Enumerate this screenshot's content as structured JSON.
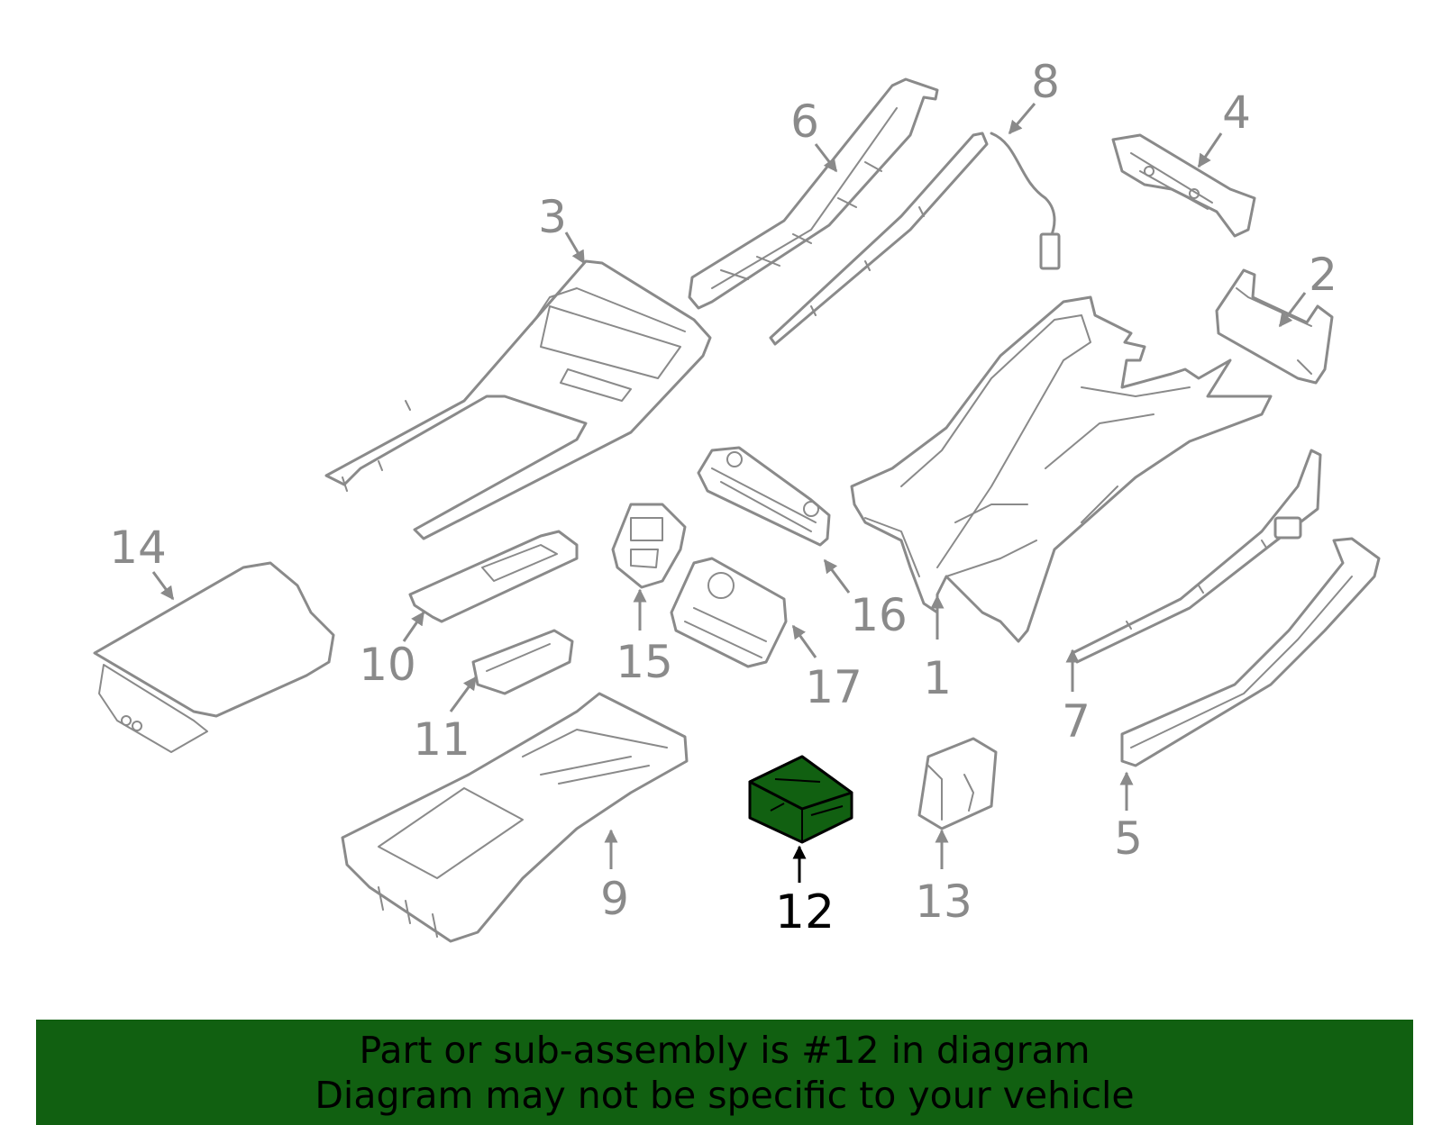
{
  "callouts": {
    "c1": "1",
    "c2": "2",
    "c3": "3",
    "c4": "4",
    "c5": "5",
    "c6": "6",
    "c7": "7",
    "c8": "8",
    "c9": "9",
    "c10": "10",
    "c11": "11",
    "c12": "12",
    "c13": "13",
    "c14": "14",
    "c15": "15",
    "c16": "16",
    "c17": "17"
  },
  "banner": {
    "line1": "Part or sub-assembly is #12 in diagram",
    "line2": "Diagram may not be specific to your vehicle"
  },
  "colors": {
    "highlight": "#116011",
    "banner_bg": "#116011",
    "part_stroke": "#8a8a8a",
    "label": "#8a8a8a"
  }
}
